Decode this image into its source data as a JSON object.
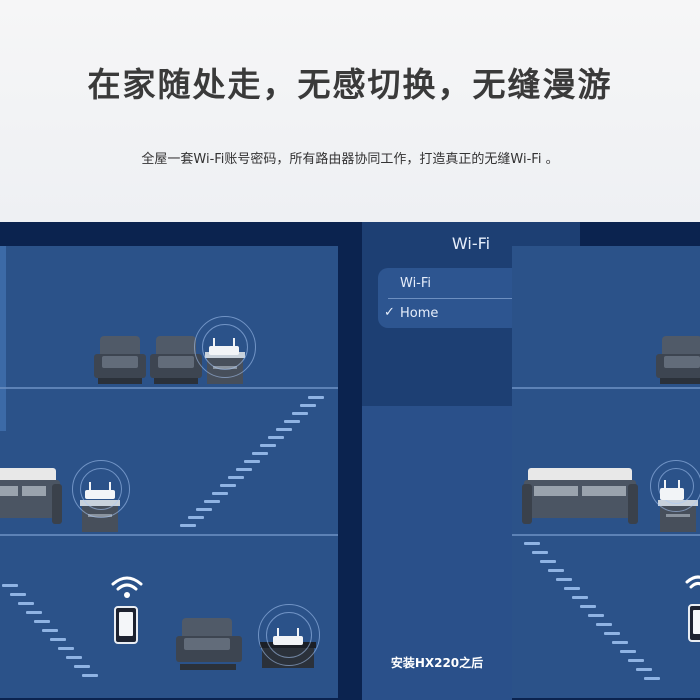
{
  "hero": {
    "headline": "在家随处走，无感切换，无缝漫游",
    "subline": "全屋一套Wi-Fi账号密码，所有路由器协同工作，打造真正的无缝Wi-Fi 。"
  },
  "phone_panel": {
    "title": "Wi-Fi",
    "wifi_toggle_label": "Wi-Fi",
    "wifi_toggle_on": true,
    "network_check": "✓",
    "network_name": "Home"
  },
  "after_label": "安装HX220之后",
  "colors": {
    "scene_bg": "#0b234f",
    "house_fill": "#2b5289",
    "panel_fill": "#1d3f73",
    "card_fill": "#2d5590"
  },
  "icons": [
    "wifi-icon",
    "router-icon",
    "phone-icon",
    "checkmark-icon",
    "toggle-icon"
  ]
}
